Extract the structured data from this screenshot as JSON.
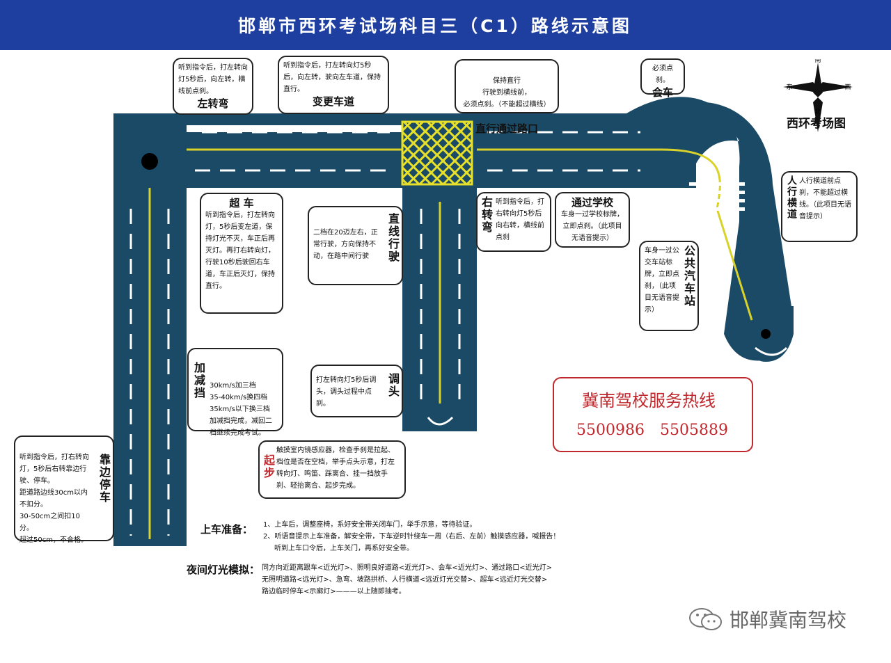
{
  "title": "邯郸市西环考试场科目三（C1）路线示意图",
  "compass": {
    "n": "南",
    "s": "北",
    "e": "西",
    "w": "东"
  },
  "map_label": "西环考场图",
  "boxes": {
    "left_turn": {
      "text": "听到指令后，打左转向灯5秒后，向左转，横线前点刹。",
      "title": "左转弯"
    },
    "lane_change": {
      "text": "听到指令后，打左转向灯5秒后，向左转，驶向左车道，保持直行。",
      "title": "变更车道"
    },
    "intersection": {
      "text": "保持直行\n行驶到横线前，\n必须点刹。（不能超过横线）",
      "title": "直行通过路口"
    },
    "meet": {
      "text": "必须点刹。",
      "title": "会车"
    },
    "crosswalk": {
      "vtitle": "人行横道",
      "text": "人行横道前点刹，不能超过横线。（此项目无语音提示）"
    },
    "overtake": {
      "title": "超 车",
      "text": "听到指令后，打左转向灯，5秒后变左道，保持灯光不灭，车正后再灭灯。再打右转向灯，行驶10秒后驶回右车道，车正后灭灯，保持直行。"
    },
    "straight": {
      "text": "二档在20迈左右，正常行驶，方向保持不动，在路中间行驶",
      "vtitle": "直线行驶"
    },
    "right_turn": {
      "vtitle": "右转弯",
      "text": "听到指令后，打右转向灯5秒后向右转，横线前点刹"
    },
    "school": {
      "title": "通过学校",
      "text": "车身一过学校标牌，立即点刹。（此项目无语音提示）"
    },
    "bus": {
      "text": "车身一过公交车站标牌，立即点刹，（此项目无语音提示）",
      "vtitle": "公共汽车站"
    },
    "gear": {
      "vtitle": "加减挡",
      "text": "30km/s加三档\n35-40km/s换四档\n35km/s以下换三档\n加减挡完成，减回二档继续完成考试。"
    },
    "uturn": {
      "text": "打左转向灯5秒后调头，调头过程中点刹。",
      "vtitle": "调头"
    },
    "park": {
      "text": "听到指令后，打右转向灯，5秒后右转靠边行驶、停车。\n距道路边线30cm以内不扣分。\n30-50cm之间扣10分。\n超过50cm，不合格。",
      "vtitle": "靠边停车"
    },
    "start": {
      "vtitle": "起步",
      "text": "触摸室内镜感应器，检查手刹是拉起、档位是否在空档，举手点头示意，打左转向灯、鸣笛、踩离合、挂一挡放手刹、轻抬离合、起步完成。"
    }
  },
  "hotline": {
    "title": "冀南驾校服务热线",
    "phone1": "5500986",
    "phone2": "5505889"
  },
  "prep": {
    "label": "上车准备：",
    "lines": [
      "1、上车后，调整座椅，系好安全带关闭车门，举手示意，等待验证。",
      "2、听语音提示上车准备，解安全带，下车逆时针绕车一周（右后、左前）触摸感应器，喊报告！",
      "听到上车口令后，上车关门，再系好安全带。"
    ]
  },
  "night": {
    "label": "夜间灯光模拟：",
    "lines": [
      "同方向近距离跟车<近光灯>、照明良好道路<近光灯>、会车<近光灯>、通过路口<近光灯>",
      "无照明道路<远光灯>、急弯、坡路拱桥、人行横道<远近灯光交替>、超车<远近灯光交替>",
      "路边临时停车<示廓灯>———以上随即抽考。"
    ]
  },
  "watermark": "邯郸冀南驾校",
  "colors": {
    "road": "#1b4a66",
    "banner": "#1f3fa0",
    "line": "#d8d22a",
    "hotline": "#c0282d"
  }
}
